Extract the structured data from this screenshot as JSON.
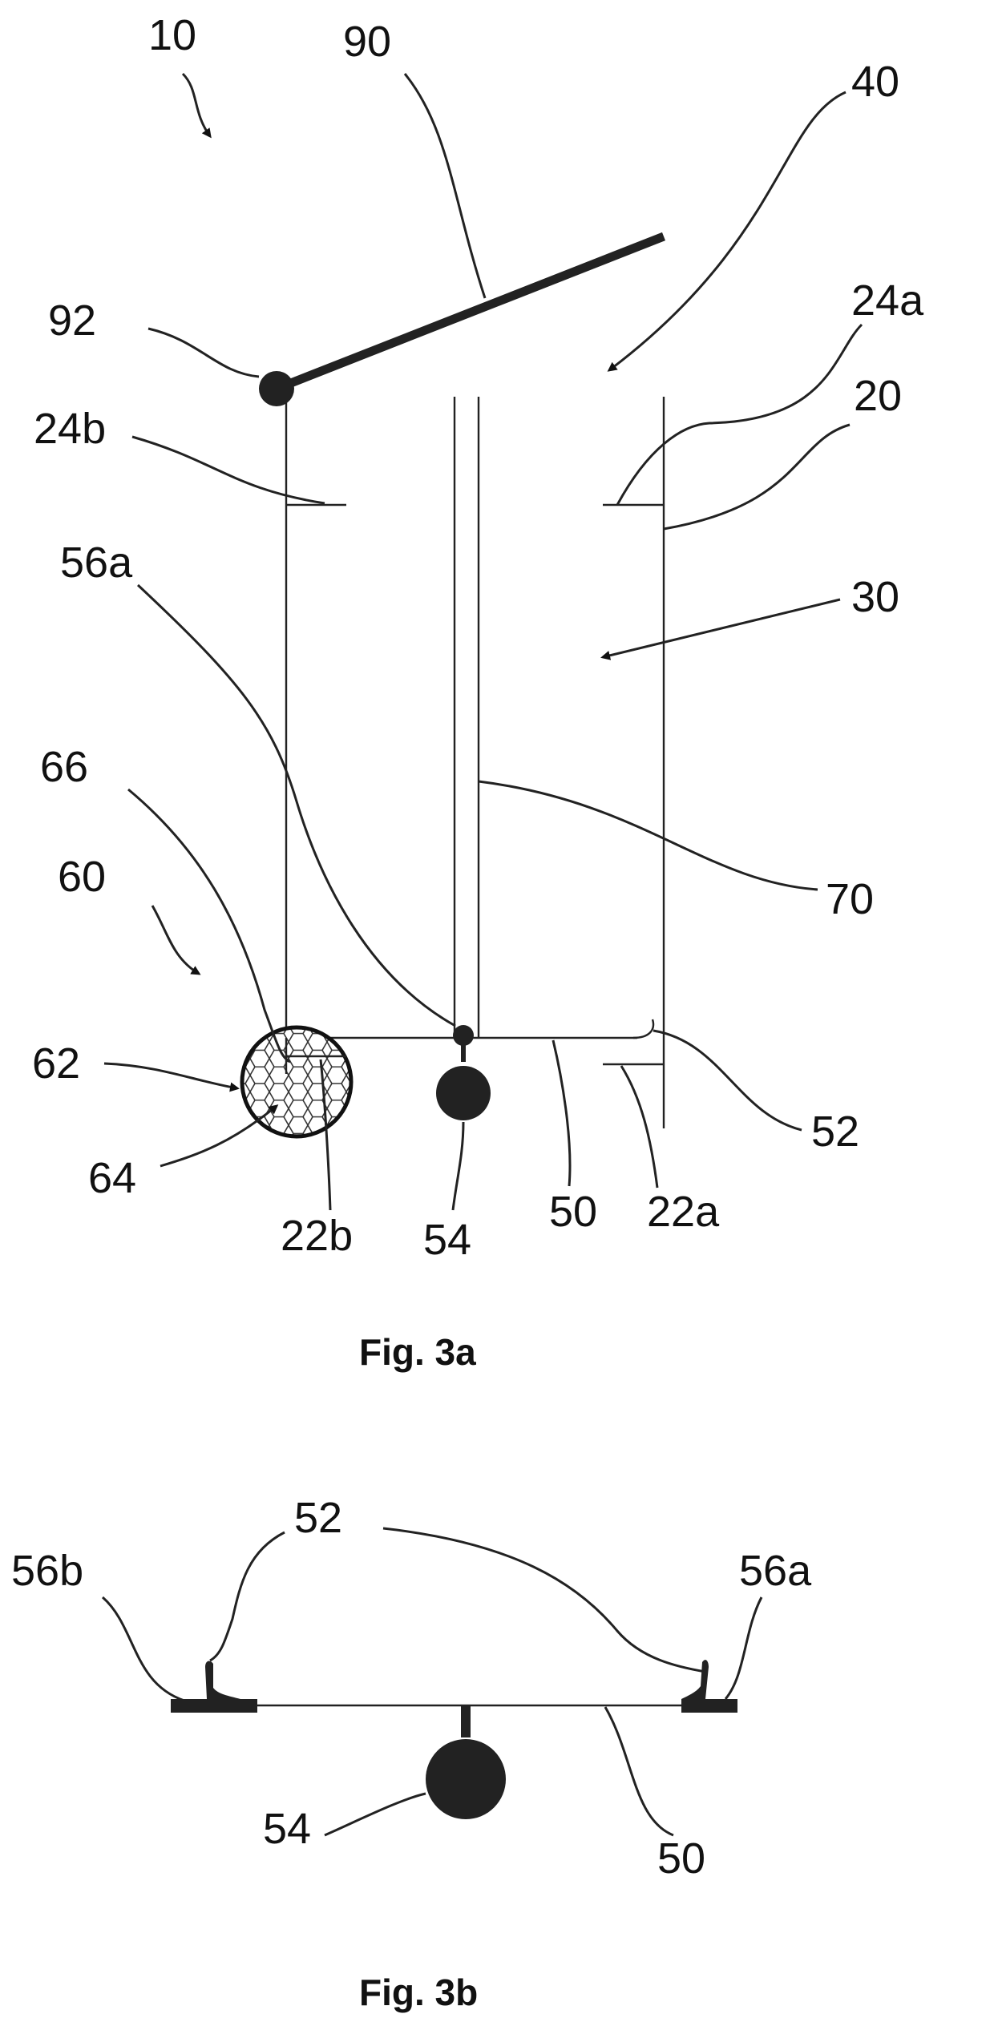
{
  "figure_3a": {
    "caption": "Fig. 3a",
    "labels": {
      "l10": "10",
      "l90": "90",
      "l40": "40",
      "l92": "92",
      "l24a": "24a",
      "l20": "20",
      "l24b": "24b",
      "l56a": "56a",
      "l30": "30",
      "l66": "66",
      "l70": "70",
      "l60": "60",
      "l62": "62",
      "l52": "52",
      "l64": "64",
      "l22b": "22b",
      "l54": "54",
      "l50": "50",
      "l22a": "22a"
    }
  },
  "figure_3b": {
    "caption": "Fig. 3b",
    "labels": {
      "l56b": "56b",
      "l52": "52",
      "l56a": "56a",
      "l54": "54",
      "l50": "50"
    }
  }
}
